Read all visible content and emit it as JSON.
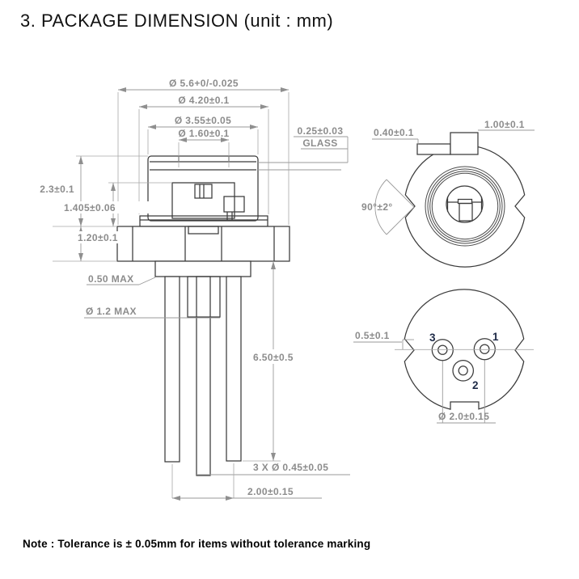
{
  "title": "3. PACKAGE DIMENSION (unit : mm)",
  "note": "Note : Tolerance is ± 0.05mm for items without tolerance marking",
  "colors": {
    "part_line": "#3b3b3b",
    "dimension_line": "#9a9a9a",
    "dimension_text": "#8c8c8c",
    "pin_number_text": "#1e2a47",
    "background": "#ffffff"
  },
  "side_view": {
    "dims": {
      "d56": "Ø 5.6+0/-0.025",
      "d420": "Ø 4.20±0.1",
      "d355": "Ø 3.55±0.05",
      "d160": "Ø 1.60±0.1",
      "glass_val": "0.25±0.03",
      "glass_word": "GLASS",
      "h23": "2.3±0.1",
      "h1405": "1.405±0.06",
      "h120": "1.20±0.1",
      "h050": "0.50 MAX",
      "d12": "Ø 1.2 MAX",
      "h650": "6.50±0.5",
      "lead": "3 X Ø 0.45±0.05",
      "pitch": "2.00±0.15"
    }
  },
  "top_view": {
    "dims": {
      "tab_h": "0.40±0.1",
      "tab_w": "1.00±0.1",
      "angle": "90°±2°"
    }
  },
  "bottom_view": {
    "dims": {
      "notch": "0.5±0.1",
      "circle": "Ø 2.0±0.15"
    },
    "pins": [
      {
        "num": "1"
      },
      {
        "num": "2"
      },
      {
        "num": "3"
      }
    ]
  }
}
